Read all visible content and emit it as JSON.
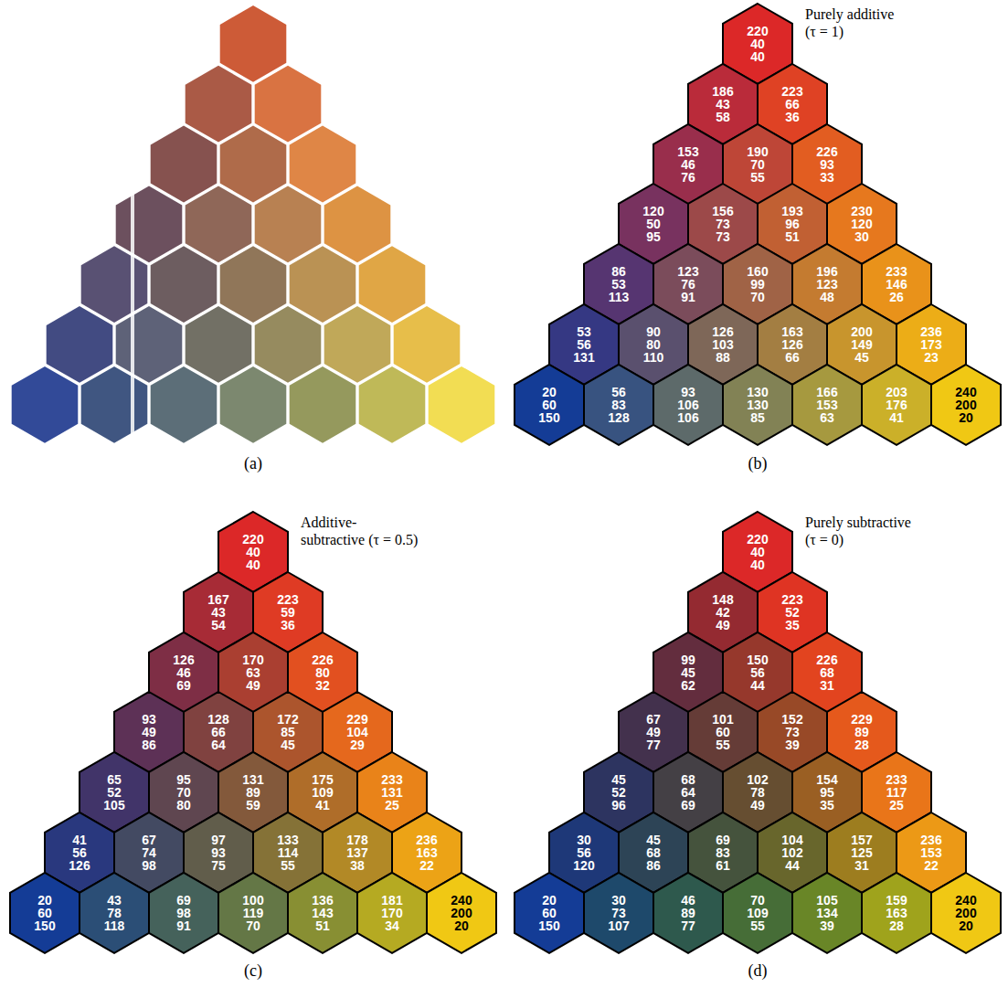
{
  "diagram": {
    "nodes": [
      {
        "text": [
          "220 40 40"
        ]
      },
      {
        "text": [
          "186 43 58"
        ]
      },
      {
        "text": [
          "223 66 36"
        ]
      },
      {
        "text": [
          "153 46 76"
        ]
      },
      {
        "text": [
          "190 70 55"
        ]
      },
      {
        "text": [
          "226 93 33"
        ]
      },
      {
        "text": [
          "120 50 95"
        ]
      },
      {
        "text": [
          "156 73 73"
        ]
      },
      {
        "text": [
          "193 96 51"
        ]
      },
      {
        "text": [
          "230 120 30"
        ]
      },
      {
        "text": [
          "86 53 113"
        ]
      },
      {
        "text": [
          "123 76 91"
        ]
      },
      {
        "text": [
          "160 99 70"
        ]
      },
      {
        "text": [
          "196 123 48"
        ]
      },
      {
        "text": [
          "233 146 26"
        ]
      },
      {
        "text": [
          "53 56 131"
        ]
      },
      {
        "text": [
          "90 80 110"
        ]
      },
      {
        "text": [
          "126 103 88"
        ]
      },
      {
        "text": [
          "163 126 66"
        ]
      },
      {
        "text": [
          "200 149 45"
        ]
      },
      {
        "text": [
          "236 173 23"
        ]
      },
      {
        "text": [
          "20 60 150"
        ]
      },
      {
        "text": [
          "56 83 128"
        ]
      },
      {
        "text": [
          "93 106 106"
        ]
      },
      {
        "text": [
          "130 130 85"
        ]
      },
      {
        "text": [
          "166 153 63"
        ]
      },
      {
        "text": [
          "203 176 41"
        ]
      },
      {
        "text": [
          "240 200 20"
        ]
      },
      {
        "text": [
          "220 40 40"
        ]
      },
      {
        "text": [
          "167 43 54"
        ]
      },
      {
        "text": [
          "223 59 36"
        ]
      },
      {
        "text": [
          "126 46 69"
        ]
      },
      {
        "text": [
          "170 63 49"
        ]
      },
      {
        "text": [
          "226 80 32"
        ]
      },
      {
        "text": [
          "93 49 86"
        ]
      },
      {
        "text": [
          "128 66 64"
        ]
      },
      {
        "text": [
          "172 85 45"
        ]
      },
      {
        "text": [
          "229 104 29"
        ]
      },
      {
        "text": [
          "65 52 105"
        ]
      },
      {
        "text": [
          "95 70 80"
        ]
      },
      {
        "text": [
          "131 89 59"
        ]
      },
      {
        "text": [
          "175 109 41"
        ]
      },
      {
        "text": [
          "233 131 25"
        ]
      },
      {
        "text": [
          "41 56 126"
        ]
      },
      {
        "text": [
          "67 74 98"
        ]
      },
      {
        "text": [
          "97 93 75"
        ]
      },
      {
        "text": [
          "133 114 55"
        ]
      },
      {
        "text": [
          "178 137 38"
        ]
      },
      {
        "text": [
          "236 163 22"
        ]
      },
      {
        "text": [
          "20 60 150"
        ]
      },
      {
        "text": [
          "43 78 118"
        ]
      },
      {
        "text": [
          "69 98 91"
        ]
      },
      {
        "text": [
          "100 119 70"
        ]
      },
      {
        "text": [
          "136 143 51"
        ]
      },
      {
        "text": [
          "181 170 34"
        ]
      },
      {
        "text": [
          "240 200 20"
        ]
      },
      {
        "text": [
          "220 40 40"
        ]
      },
      {
        "text": [
          "148 42 49"
        ]
      },
      {
        "text": [
          "223 52 35"
        ]
      },
      {
        "text": [
          "99 45 62"
        ]
      },
      {
        "text": [
          "150 56 44"
        ]
      },
      {
        "text": [
          "226 68 31"
        ]
      },
      {
        "text": [
          "67 49 77"
        ]
      },
      {
        "text": [
          "101 60 55"
        ]
      },
      {
        "text": [
          "152 73 39"
        ]
      },
      {
        "text": [
          "229 89 28"
        ]
      },
      {
        "text": [
          "45 52 96"
        ]
      },
      {
        "text": [
          "68 64 69"
        ]
      },
      {
        "text": [
          "102 78 49"
        ]
      },
      {
        "text": [
          "154 95 35"
        ]
      },
      {
        "text": [
          "233 117 25"
        ]
      },
      {
        "text": [
          "30 56 120"
        ]
      },
      {
        "text": [
          "45 68 86"
        ]
      },
      {
        "text": [
          "69 83 61"
        ]
      },
      {
        "text": [
          "104 102 44"
        ]
      },
      {
        "text": [
          "157 125 31"
        ]
      },
      {
        "text": [
          "236 153 22"
        ]
      },
      {
        "text": [
          "20 60 150"
        ]
      },
      {
        "text": [
          "30 73 107"
        ]
      },
      {
        "text": [
          "46 89 77"
        ]
      },
      {
        "text": [
          "70 109 55"
        ]
      },
      {
        "text": [
          "105 134 39"
        ]
      },
      {
        "text": [
          "159 163 28"
        ]
      },
      {
        "text": [
          "240 200 20"
        ]
      }
    ],
    "labels": [
      "Purely additive (τ = 1)",
      "(a)",
      "(b)",
      "Additive-subtractive (τ = 0.5)",
      "Purely subtractive (τ = 0)",
      "(c)",
      "(d)"
    ]
  }
}
